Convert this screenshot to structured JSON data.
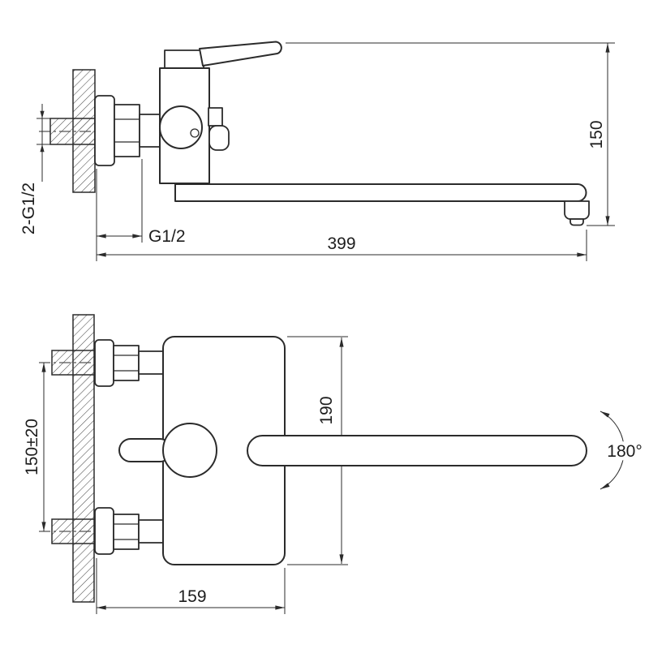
{
  "drawing": {
    "kind": "faucet installation dimension drawing",
    "line_color": "#2b2b2b",
    "background": "#ffffff"
  },
  "side_view": {
    "dim_overall_height": "150",
    "dim_spout_reach": "399",
    "dim_spout_thread": "G1/2",
    "dim_inlet_thread": "2-G1/2"
  },
  "front_view": {
    "dim_body_height": "190",
    "dim_inlet_centers": "150±20",
    "dim_body_width": "159",
    "dim_spout_swivel": "180°"
  }
}
